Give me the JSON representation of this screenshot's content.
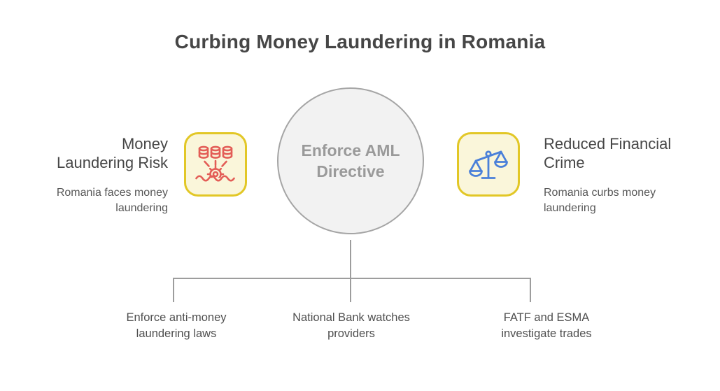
{
  "title": "Curbing Money Laundering in Romania",
  "center_node": {
    "label": "Enforce AML Directive"
  },
  "left_item": {
    "title": "Money Laundering Risk",
    "subtitle": "Romania faces money laundering",
    "icon": "money-laundering-coins-icon"
  },
  "right_item": {
    "title": "Reduced Financial Crime",
    "subtitle": "Romania curbs money laundering",
    "icon": "balance-scale-icon"
  },
  "bottom_items": [
    {
      "label": "Enforce anti-money laundering laws"
    },
    {
      "label": "National Bank watches providers"
    },
    {
      "label": "FATF and ESMA investigate trades"
    }
  ],
  "colors": {
    "title_text": "#464646",
    "heading_text": "#474747",
    "body_text": "#575757",
    "circle_fill": "#f2f2f2",
    "circle_border": "#a5a5a5",
    "circle_text": "#9a9a9a",
    "connector": "#9d9d9d",
    "icon_box_border": "#e2c726",
    "icon_box_fill": "#faf6da",
    "risk_icon": "#e35d56",
    "scales_icon": "#4a80d9"
  }
}
